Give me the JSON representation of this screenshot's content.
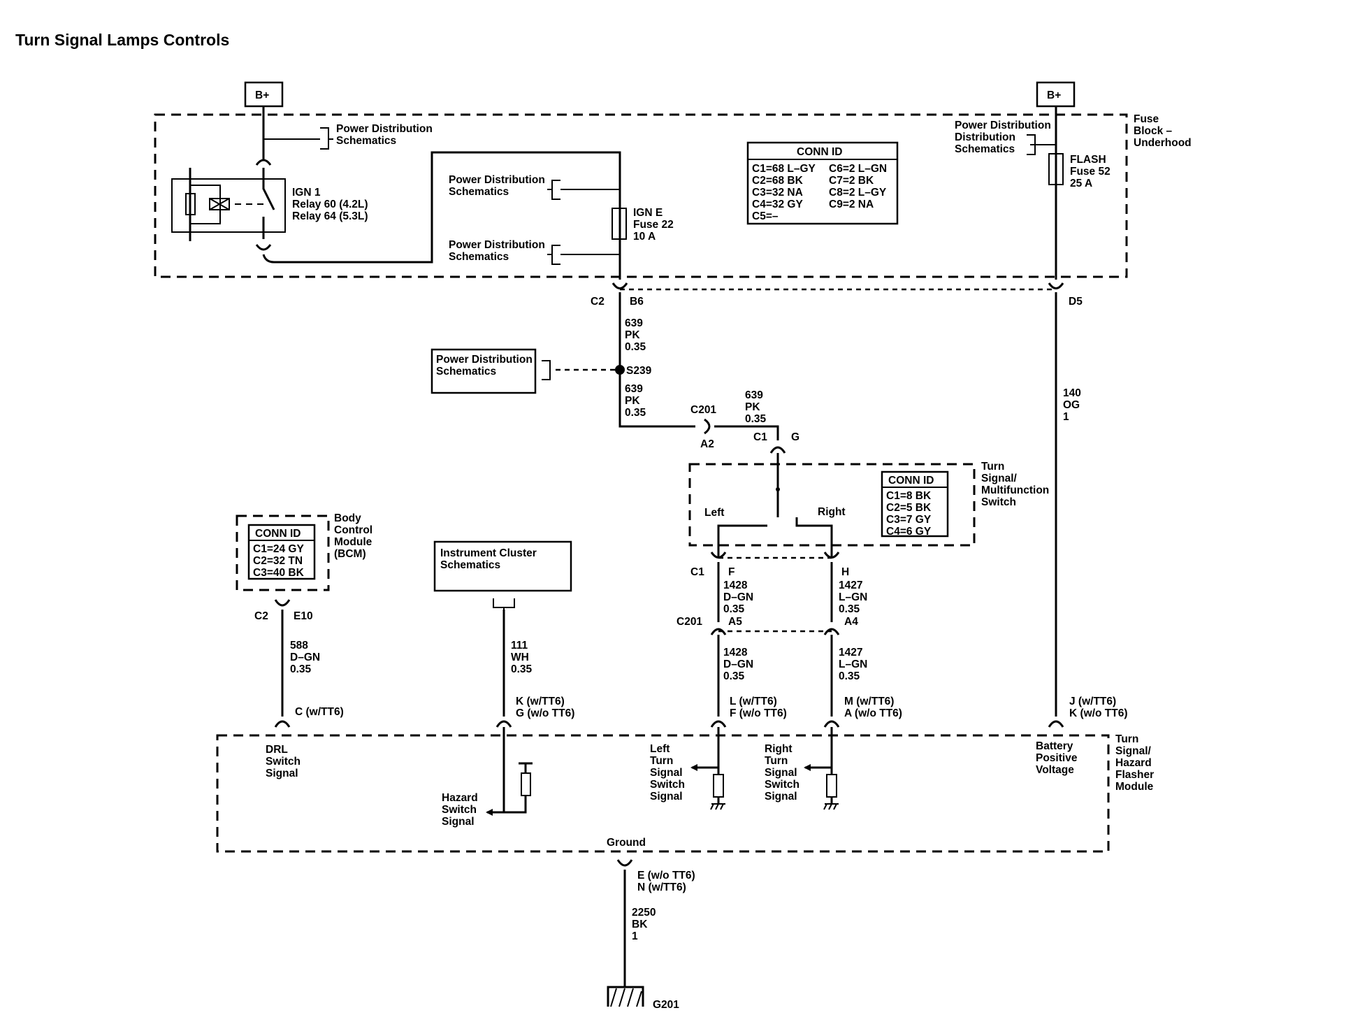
{
  "title": "Turn Signal Lamps Controls",
  "b_plus": "B+",
  "power_dist": [
    "Power Distribution",
    "Schematics"
  ],
  "relay": {
    "name": "IGN 1",
    "line1": "Relay 60 (4.2L)",
    "line2": "Relay 64 (5.3L)"
  },
  "fuse_ign": {
    "name": "IGN E",
    "fuse": "Fuse 22",
    "amps": "10 A"
  },
  "fuse_flash": {
    "name": "FLASH",
    "fuse": "Fuse 52",
    "amps": "25 A"
  },
  "fuse_block_label": [
    "Fuse",
    "Block –",
    "Underhood"
  ],
  "conn_id_title": "CONN ID",
  "fuse_conn": {
    "col1": [
      "C1=68 L–GY",
      "C2=68 BK",
      "C3=32 NA",
      "C4=32 GY",
      "C5=–"
    ],
    "col2": [
      "C6=2 L–GN",
      "C7=2 BK",
      "C8=2 L–GY",
      "C9=2 NA"
    ]
  },
  "switch_conn": [
    "C1=8 BK",
    "C2=5 BK",
    "C3=7 GY",
    "C4=6 GY"
  ],
  "bcm_conn": [
    "C1=24 GY",
    "C2=32 TN",
    "C3=40 BK"
  ],
  "bcm_label": [
    "Body",
    "Control",
    "Module",
    "(BCM)"
  ],
  "switch_label": [
    "Turn",
    "Signal/",
    "Multifunction",
    "Switch"
  ],
  "switch_left": "Left",
  "switch_right": "Right",
  "cluster": [
    "Instrument Cluster",
    "Schematics"
  ],
  "module_label": [
    "Turn",
    "Signal/",
    "Hazard",
    "Flasher",
    "Module"
  ],
  "connectors": {
    "c2": "C2",
    "b6": "B6",
    "d5": "D5",
    "s239": "S239",
    "c201": "C201",
    "a2": "A2",
    "c1": "C1",
    "g": "G",
    "f": "F",
    "h": "H",
    "a5": "A5",
    "a4": "A4",
    "e10": "E10",
    "c_tt6": "C (w/TT6)",
    "k_tt6": "K (w/TT6)",
    "g_wo_tt6": "G (w/o TT6)",
    "l_tt6": "L (w/TT6)",
    "f_wo_tt6": "F (w/o TT6)",
    "m_tt6": "M (w/TT6)",
    "a_wo_tt6": "A (w/o TT6)",
    "j_tt6": "J (w/TT6)",
    "k_wo_tt6": "K (w/o TT6)",
    "e_wo_tt6": "E (w/o TT6)",
    "n_tt6": "N (w/TT6)",
    "ground": "Ground",
    "g201": "G201"
  },
  "wires": {
    "w639": [
      "639",
      "PK",
      "0.35"
    ],
    "w140": [
      "140",
      "OG",
      "1"
    ],
    "w1428": [
      "1428",
      "D–GN",
      "0.35"
    ],
    "w1427": [
      "1427",
      "L–GN",
      "0.35"
    ],
    "w588": [
      "588",
      "D–GN",
      "0.35"
    ],
    "w111": [
      "111",
      "WH",
      "0.35"
    ],
    "w2250": [
      "2250",
      "BK",
      "1"
    ]
  },
  "signals": {
    "drl": [
      "DRL",
      "Switch",
      "Signal"
    ],
    "hazard": [
      "Hazard",
      "Switch",
      "Signal"
    ],
    "left": [
      "Left",
      "Turn",
      "Signal",
      "Switch",
      "Signal"
    ],
    "right": [
      "Right",
      "Turn",
      "Signal",
      "Switch",
      "Signal"
    ],
    "battery": [
      "Battery",
      "Positive",
      "Voltage"
    ]
  }
}
